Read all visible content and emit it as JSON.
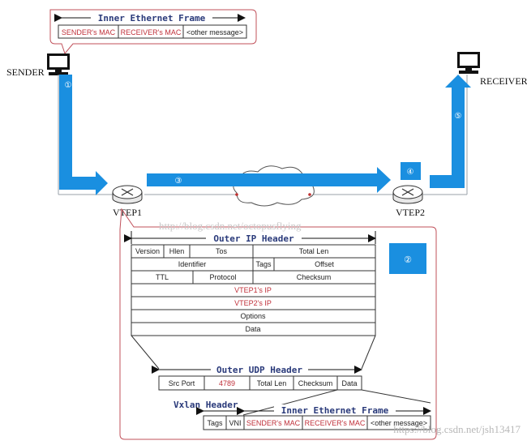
{
  "colors": {
    "arrow": "#1a8fe0",
    "frame_border": "#c0505a",
    "red_text": "#c0303a",
    "label_blue": "#2a3a7a",
    "cell_text": "#222222"
  },
  "icons": {
    "sender_computer": "computer-icon",
    "receiver_computer": "computer-icon",
    "vtep1_router": "router-icon",
    "vtep2_router": "router-icon",
    "network_cloud": "cloud-icon"
  },
  "nodes": {
    "sender": "SENDER",
    "receiver": "RECEIVER",
    "vtep1": "VTEP1",
    "vtep2": "VTEP2"
  },
  "steps": [
    "①",
    "②",
    "③",
    "④",
    "⑤"
  ],
  "inner_frame_top": {
    "title": "Inner Ethernet Frame",
    "cells": [
      "SENDER's MAC",
      "RECEIVER's MAC",
      "<other message>"
    ]
  },
  "outer_ip": {
    "title": "Outer IP Header",
    "row1": [
      "Version",
      "Hlen",
      "Tos",
      "Total Len"
    ],
    "row2": [
      "Identifier",
      "Tags",
      "Offset"
    ],
    "row3": [
      "TTL",
      "Protocol",
      "Checksum"
    ],
    "row4": "VTEP1's IP",
    "row5": "VTEP2's IP",
    "row6": "Options",
    "row7": "Data"
  },
  "outer_udp": {
    "title": "Outer UDP Header",
    "cells": [
      "Src Port",
      "4789",
      "Total  Len",
      "Checksum",
      "Data"
    ]
  },
  "vxlan": {
    "title": "Vxlan Header",
    "cells": [
      "Tags",
      "VNI"
    ]
  },
  "inner_frame_bottom": {
    "title": "Inner Ethernet Frame",
    "cells": [
      "SENDER's MAC",
      "RECEIVER's MAC",
      "<other message>"
    ]
  },
  "watermarks": [
    "http://blog.csdn.net/octopusflying",
    "https://blog.csdn.net/jsh13417"
  ]
}
